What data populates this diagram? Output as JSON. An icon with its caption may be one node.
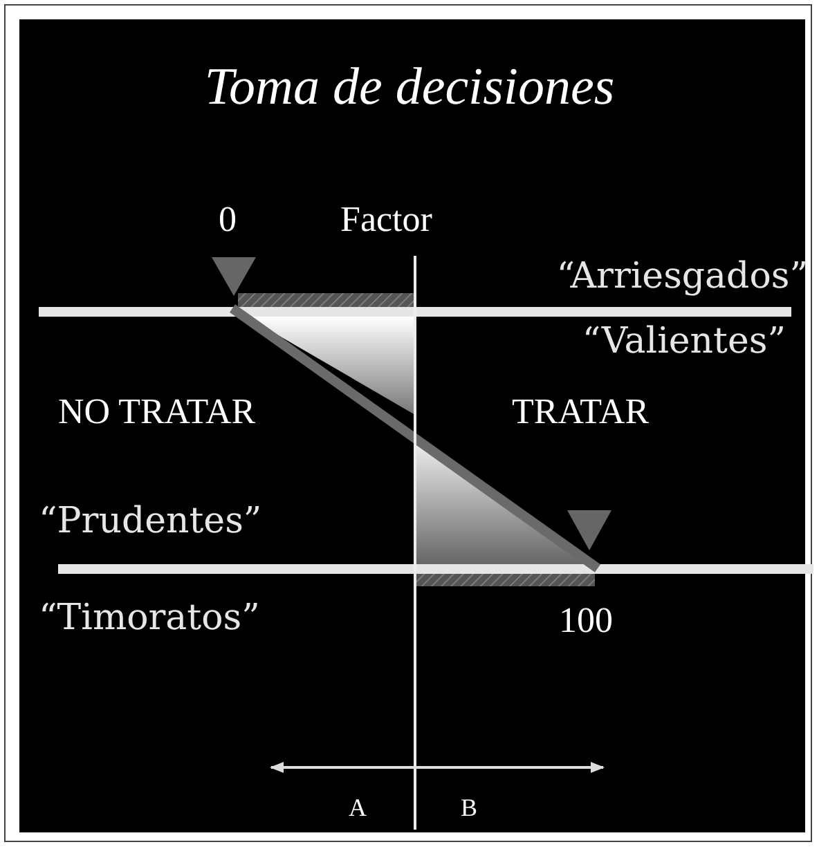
{
  "diagram": {
    "title": "Toma de decisiones",
    "labels": [
      "0",
      "Factor",
      "“Arriesgados”",
      "“Valientes”",
      "NO TRATAR",
      "TRATAR",
      "“Prudentes”",
      "“Timoratos”",
      "100",
      "A",
      "B"
    ]
  }
}
